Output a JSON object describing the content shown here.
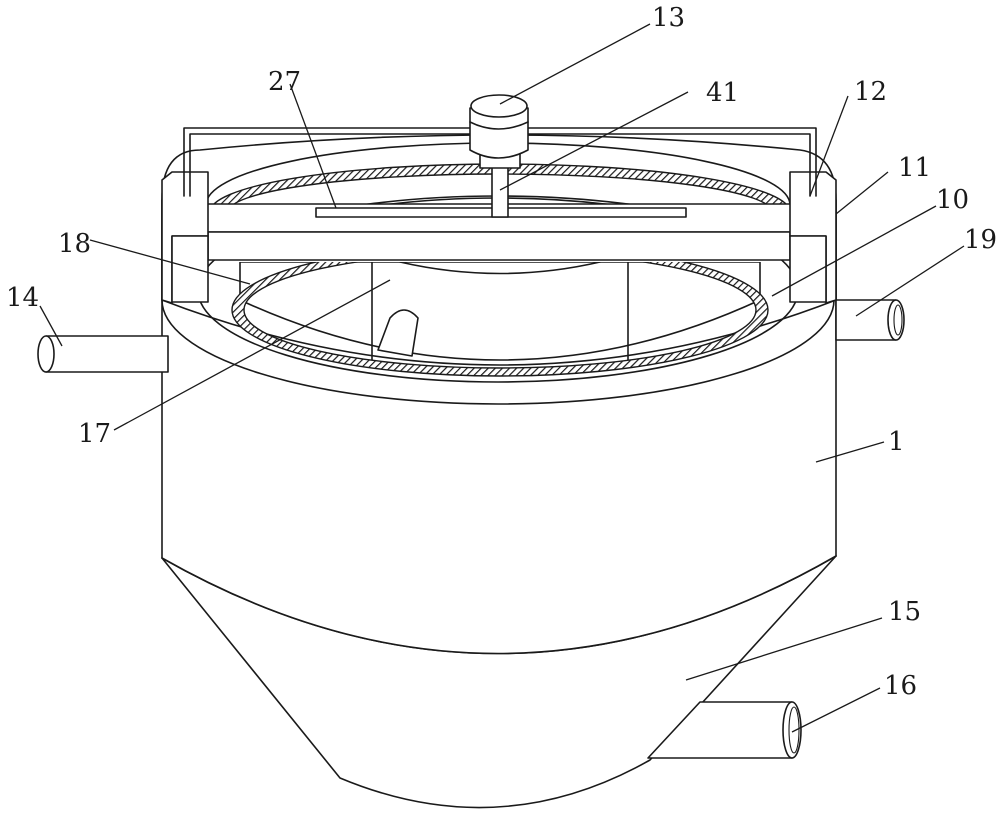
{
  "labels": {
    "l1": "1",
    "l10": "10",
    "l11": "11",
    "l12": "12",
    "l13": "13",
    "l14": "14",
    "l15": "15",
    "l16": "16",
    "l17": "17",
    "l18": "18",
    "l19": "19",
    "l27": "27",
    "l41": "41"
  }
}
